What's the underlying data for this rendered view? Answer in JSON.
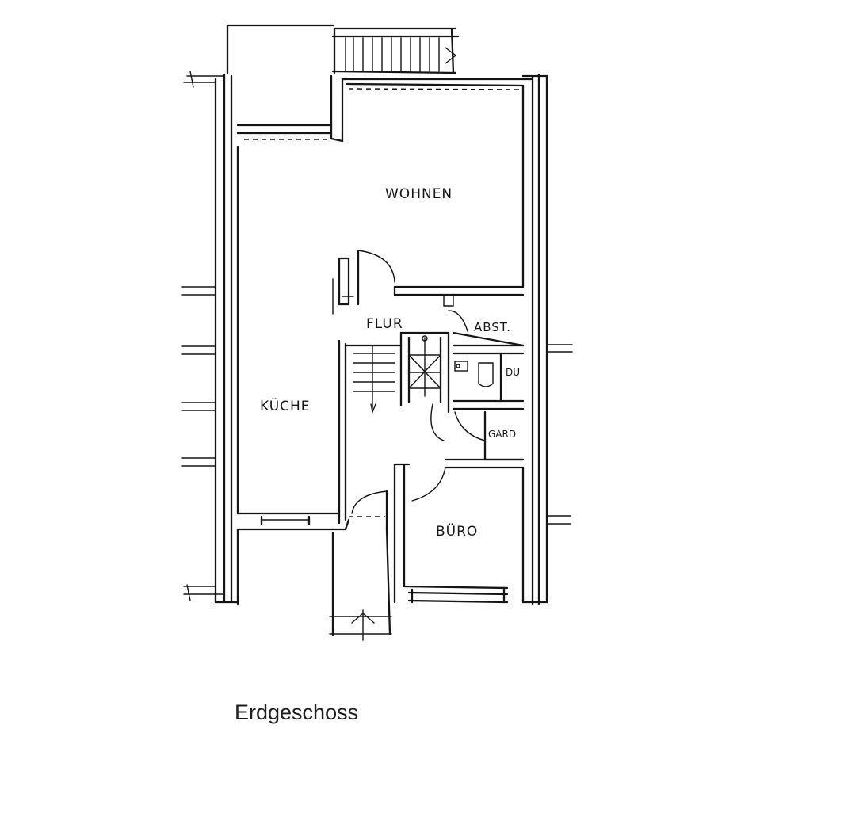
{
  "plan": {
    "rooms": {
      "wohnen": "WOHNEN",
      "flur": "FLUR",
      "abst": "ABST.",
      "du": "DU",
      "gard": "GARD",
      "kueche": "KÜCHE",
      "buero": "BÜRO"
    },
    "caption": "Erdgeschoss"
  }
}
